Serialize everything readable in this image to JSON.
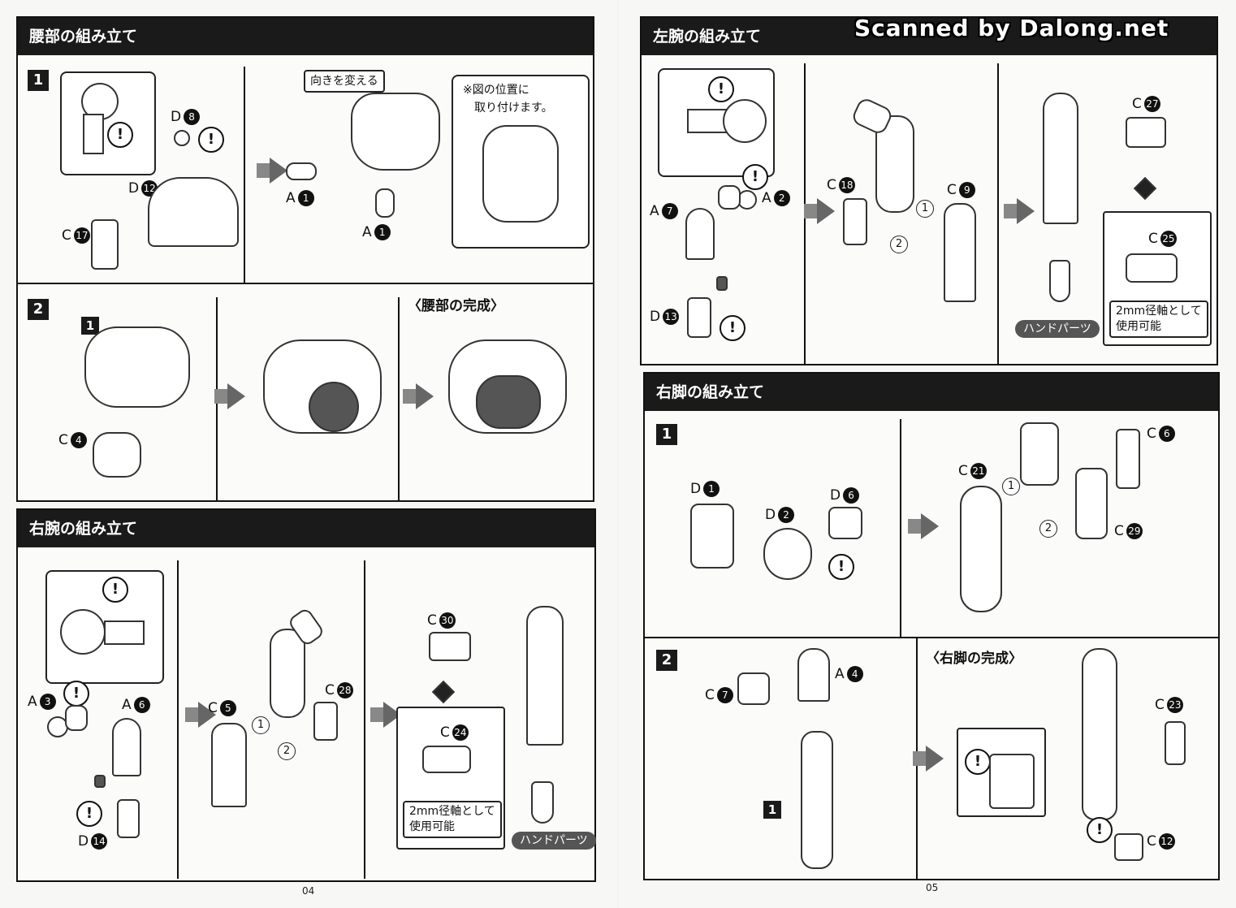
{
  "watermark": "Scanned by Dalong.net",
  "left_page": {
    "page_number": "04",
    "waist": {
      "title": "腰部の組み立て",
      "step1": {
        "num": "1",
        "parts": {
          "d8": "8",
          "d12": "12",
          "c17": "17",
          "a1a": "1",
          "a1b": "1"
        },
        "orient_note": "向きを変える",
        "position_note_1": "※図の位置に",
        "position_note_2": "取り付けます。"
      },
      "step2": {
        "num": "2",
        "sub": "1",
        "parts": {
          "c4": "4"
        },
        "completion": "〈腰部の完成〉"
      }
    },
    "right_arm": {
      "title": "右腕の組み立て",
      "parts": {
        "a3": "3",
        "a6": "6",
        "d14": "14",
        "c5": "5",
        "c28": "28",
        "c30": "30",
        "c24": "24"
      },
      "note_1": "2mm径軸として",
      "note_2": "使用可能",
      "hand": "ハンドパーツ",
      "order": [
        "1",
        "2"
      ]
    }
  },
  "right_page": {
    "page_number": "05",
    "left_arm": {
      "title": "左腕の組み立て",
      "parts": {
        "a7": "7",
        "a2": "2",
        "d13": "13",
        "c18": "18",
        "c9": "9",
        "c27": "27",
        "c25": "25"
      },
      "note_1": "2mm径軸として",
      "note_2": "使用可能",
      "hand": "ハンドパーツ",
      "order": [
        "1",
        "2"
      ]
    },
    "right_leg": {
      "title": "右脚の組み立て",
      "step1": {
        "num": "1",
        "parts": {
          "d1": "1",
          "d2": "2",
          "d6": "6",
          "c6": "6",
          "c21": "21",
          "c29": "29"
        },
        "order": [
          "1",
          "2"
        ]
      },
      "step2": {
        "num": "2",
        "sub": "1",
        "parts": {
          "c7": "7",
          "a4": "4",
          "c23": "23",
          "c12": "12"
        },
        "completion": "〈右脚の完成〉"
      }
    }
  },
  "letters": {
    "a": "A",
    "c": "C",
    "d": "D"
  },
  "warn_glyph": "!"
}
